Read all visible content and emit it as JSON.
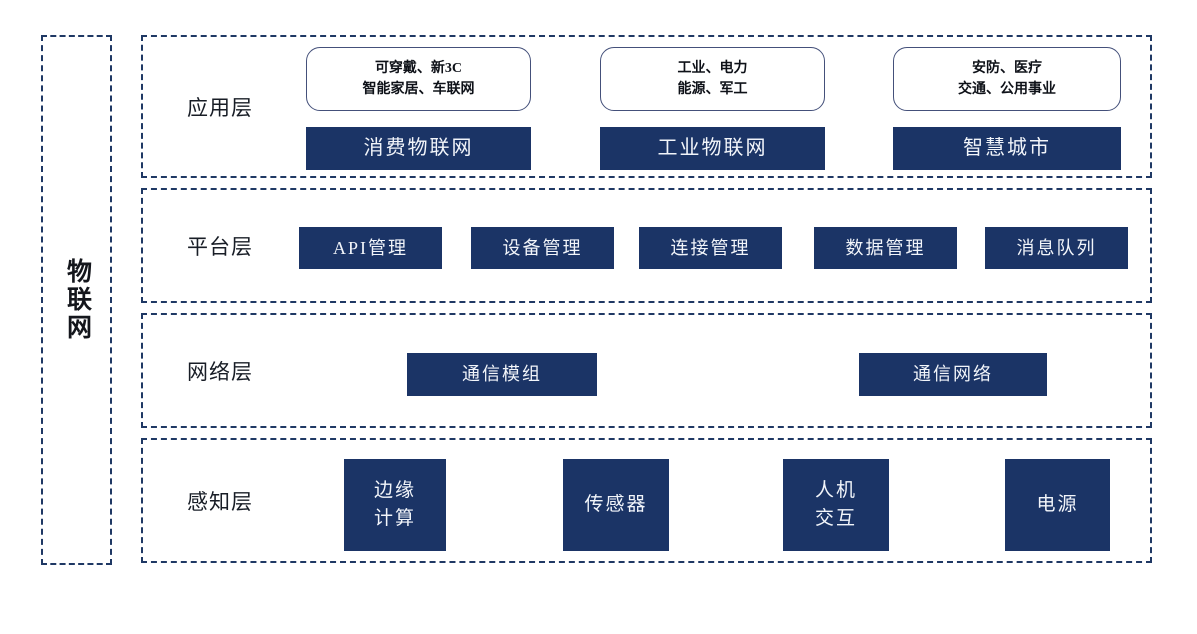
{
  "colors": {
    "navy": "#1b3466",
    "dash": "#1f3864",
    "tag_border": "#44507a",
    "text_light": "#f2f5fa",
    "text_dark": "#181d26",
    "canvas_bg": "#ffffff"
  },
  "root": {
    "label": "物联网"
  },
  "application": {
    "label": "应用层",
    "groups": [
      {
        "tag_line1": "可穿戴、新3C",
        "tag_line2": "智能家居、车联网",
        "box": "消费物联网"
      },
      {
        "tag_line1": "工业、电力",
        "tag_line2": "能源、军工",
        "box": "工业物联网"
      },
      {
        "tag_line1": "安防、医疗",
        "tag_line2": "交通、公用事业",
        "box": "智慧城市"
      }
    ]
  },
  "platform": {
    "label": "平台层",
    "boxes": [
      "API管理",
      "设备管理",
      "连接管理",
      "数据管理",
      "消息队列"
    ]
  },
  "network": {
    "label": "网络层",
    "boxes": [
      "通信模组",
      "通信网络"
    ]
  },
  "perception": {
    "label": "感知层",
    "boxes": [
      {
        "line1": "边缘",
        "line2": "计算"
      },
      {
        "line1": "传感器"
      },
      {
        "line1": "人机",
        "line2": "交互"
      },
      {
        "line1": "电源"
      }
    ]
  }
}
